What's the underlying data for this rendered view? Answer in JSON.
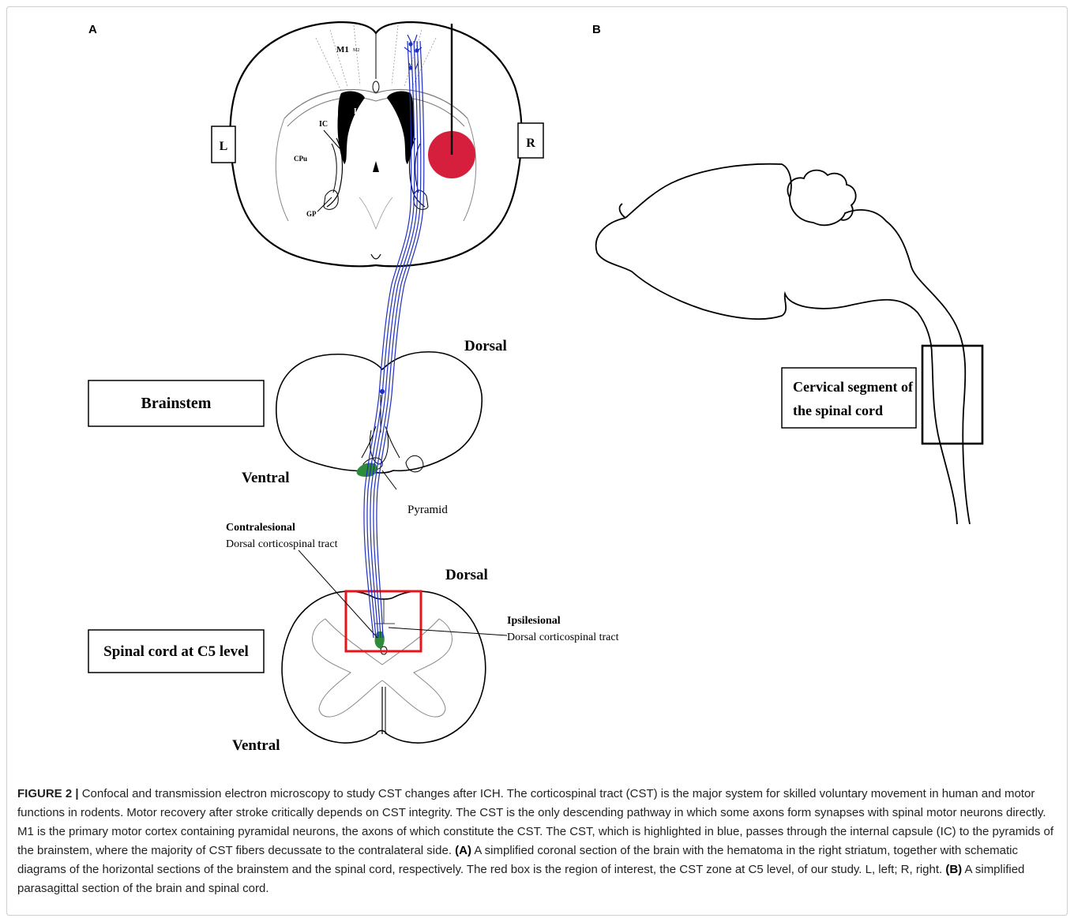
{
  "panels": {
    "a": "A",
    "b": "B"
  },
  "brain_labels": {
    "left": "L",
    "right": "R",
    "m1": "M1",
    "m2": "M2",
    "lv": "LV",
    "ic": "IC",
    "cpu": "CPu",
    "gp": "GP"
  },
  "brainstem": {
    "box_label": "Brainstem",
    "dorsal": "Dorsal",
    "ventral": "Ventral",
    "pyramid": "Pyramid"
  },
  "spinal_cord": {
    "box_label": "Spinal cord at C5 level",
    "dorsal": "Dorsal",
    "ventral": "Ventral",
    "contralesional_title": "Contralesional",
    "contralesional_sub": "Dorsal corticospinal tract",
    "ipsilesional_title": "Ipsilesional",
    "ipsilesional_sub": "Dorsal corticospinal tract"
  },
  "sagittal": {
    "box_line1": "Cervical segment of",
    "box_line2": "the spinal cord"
  },
  "colors": {
    "cst_tract": "#1f2fbf",
    "hematoma": "#d61f3c",
    "roi_box": "#e8141b",
    "pyramid_fill": "#2e8b3a"
  },
  "caption": {
    "figure_label": "FIGURE 2 |",
    "text1": " Confocal and transmission electron microscopy to study CST changes after ICH. The corticospinal tract (CST) is the major system for skilled voluntary movement in human and motor functions in rodents. Motor recovery after stroke critically depends on CST integrity. The CST is the only descending pathway in which some axons form synapses with spinal motor neurons directly. M1 is the primary motor cortex containing pyramidal neurons, the axons of which constitute the CST. The CST, which is highlighted in blue, passes through the internal capsule (IC) to the pyramids of the brainstem, where the majority of CST fibers decussate to the contralateral side. ",
    "a_label": "(A)",
    "text2": " A simplified coronal section of the brain with the hematoma in the right striatum, together with schematic diagrams of the horizontal sections of the brainstem and the spinal cord, respectively. The red box is the region of interest, the CST zone at C5 level, of our study. L, left; R, right. ",
    "b_label": "(B)",
    "text3": " A simplified parasagittal section of the brain and spinal cord."
  }
}
